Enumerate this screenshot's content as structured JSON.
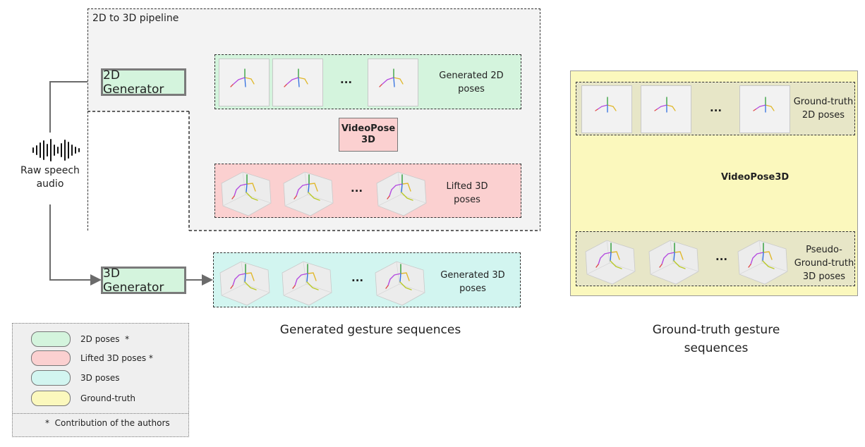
{
  "pipeline": {
    "title": "2D to 3D pipeline"
  },
  "input": {
    "label_line1": "Raw speech",
    "label_line2": "audio"
  },
  "generators": {
    "gen2d": "2D Generator",
    "gen3d": "3D Generator"
  },
  "videopose_box": {
    "line1": "VideoPose",
    "line2": "3D"
  },
  "rows": {
    "generated_2d": {
      "line1": "Generated 2D",
      "line2": "poses",
      "ellipsis": "..."
    },
    "lifted_3d": {
      "line1": "Lifted 3D",
      "line2": "poses",
      "ellipsis": "..."
    },
    "generated_3d": {
      "line1": "Generated 3D",
      "line2": "poses",
      "ellipsis": "..."
    }
  },
  "ground_truth": {
    "row2d": {
      "line1": "Ground-truth",
      "line2": "2D poses",
      "ellipsis": "..."
    },
    "arrow_label": "VideoPose3D",
    "row3d": {
      "line1": "Pseudo-",
      "line2": "Ground-truth",
      "line3": "3D poses",
      "ellipsis": "..."
    }
  },
  "captions": {
    "generated": "Generated gesture sequences",
    "ground_truth_line1": "Ground-truth gesture",
    "ground_truth_line2": "sequences"
  },
  "legend": {
    "items": [
      {
        "label": "2D poses  *",
        "color": "#d4f4dd"
      },
      {
        "label": "Lifted 3D poses *",
        "color": "#fbd0d0"
      },
      {
        "label": "3D poses",
        "color": "#d2f5f0"
      },
      {
        "label": "Ground-truth",
        "color": "#fbf8bd"
      }
    ],
    "footnote": "*  Contribution of the authors"
  },
  "colors": {
    "green": "#d4f4dd",
    "pink": "#fbd0d0",
    "cyan": "#d2f5f0",
    "yellow": "#fbf8bd",
    "olive": "#e7e6c7"
  }
}
